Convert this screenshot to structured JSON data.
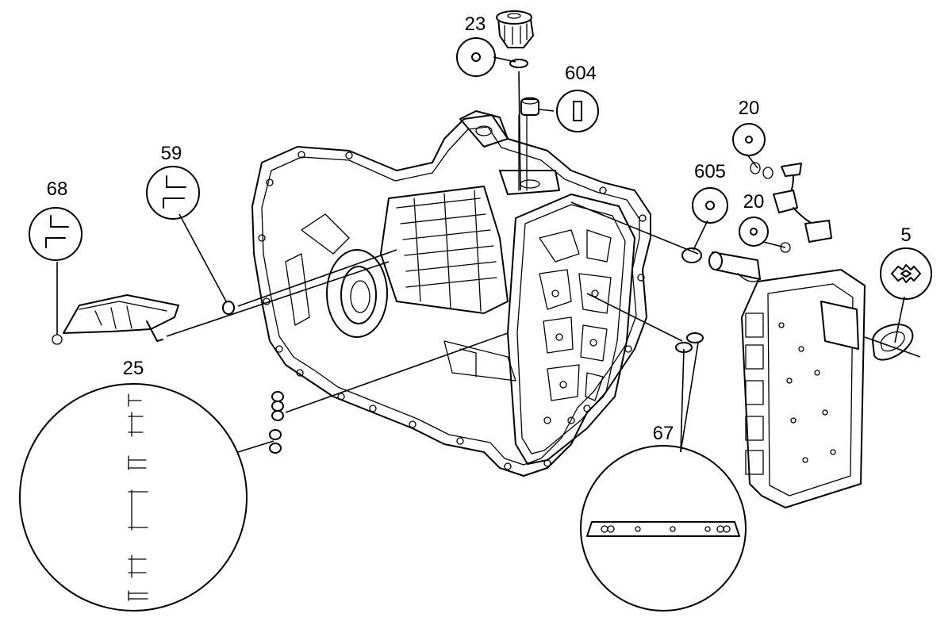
{
  "callouts": [
    {
      "id": "c23",
      "label": "23",
      "symbol": "washer-symbol"
    },
    {
      "id": "c604",
      "label": "604",
      "symbol": "rectangle-seal-symbol"
    },
    {
      "id": "c20a",
      "label": "20",
      "symbol": "washer-symbol"
    },
    {
      "id": "c20b",
      "label": "20",
      "symbol": "washer-symbol"
    },
    {
      "id": "c605",
      "label": "605",
      "symbol": "washer-symbol"
    },
    {
      "id": "c5",
      "label": "5",
      "symbol": "connector-seal-symbol"
    },
    {
      "id": "c59",
      "label": "59",
      "symbol": "double-angle-seal-symbol"
    },
    {
      "id": "c68",
      "label": "68",
      "symbol": "double-angle-seal-symbol"
    },
    {
      "id": "c25",
      "label": "25",
      "symbol": "spring-clip-stack-detail"
    },
    {
      "id": "c67",
      "label": "67",
      "symbol": "seal-strip-detail"
    }
  ]
}
